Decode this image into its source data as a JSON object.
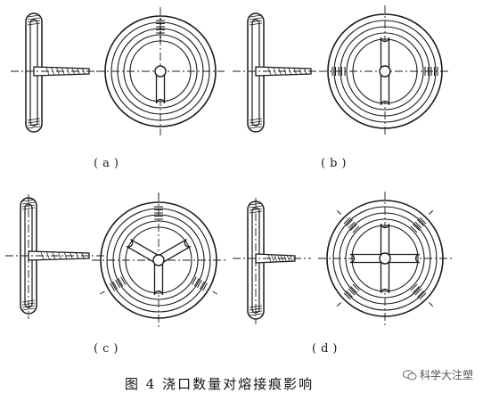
{
  "panels": [
    {
      "id": "a",
      "label": "(a)",
      "gates": 1
    },
    {
      "id": "b",
      "label": "(b)",
      "gates": 2
    },
    {
      "id": "c",
      "label": "(c)",
      "gates": 3
    },
    {
      "id": "d",
      "label": "(d)",
      "gates": 4
    }
  ],
  "caption": "图 4   浇口数量对熔接痕影响",
  "watermark": "科学大注塑",
  "colors": {
    "ink": "#1a1a1a",
    "background": "#ffffff"
  }
}
